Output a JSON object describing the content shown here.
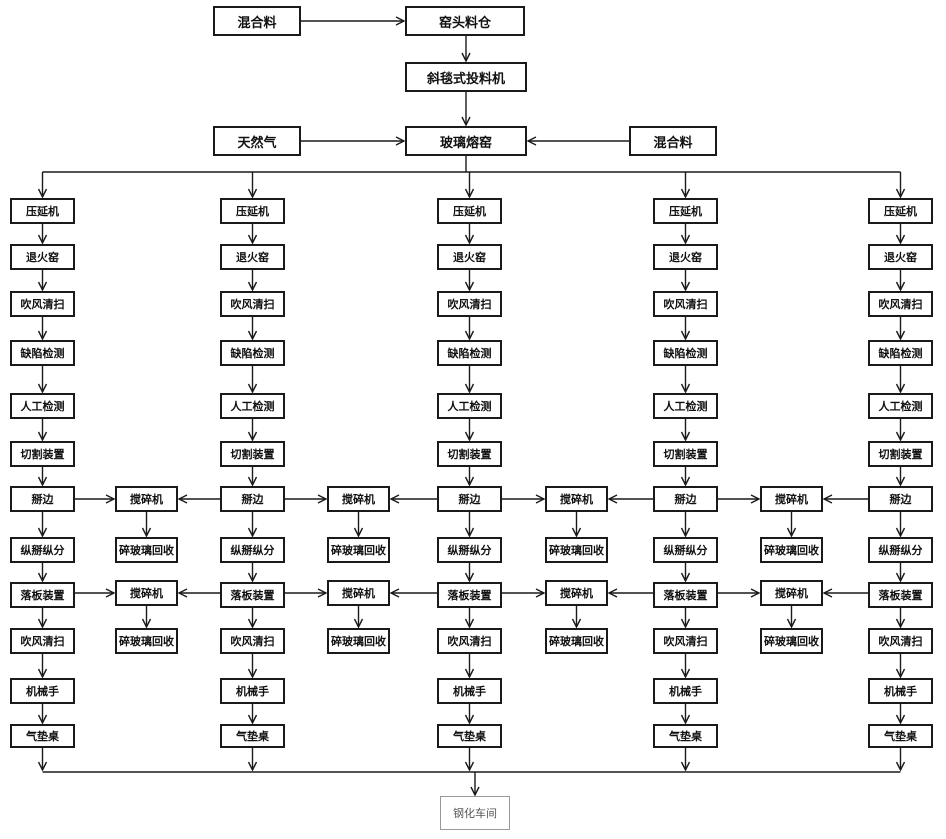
{
  "top": {
    "mix_left": "混合料",
    "kiln_head_bin": "窑头料仓",
    "feeder": "斜毯式投料机",
    "natural_gas": "天然气",
    "furnace": "玻璃熔窑",
    "mix_right": "混合料"
  },
  "line": {
    "steps": [
      "压延机",
      "退火窑",
      "吹风清扫",
      "缺陷检测",
      "人工检测",
      "切割装置",
      "掰边",
      "纵掰纵分",
      "落板装置",
      "吹风清扫",
      "机械手",
      "气垫桌"
    ]
  },
  "side": {
    "crusher": "搅碎机",
    "cullet": "碎玻璃回收"
  },
  "end": {
    "tempering": "钢化车间"
  }
}
